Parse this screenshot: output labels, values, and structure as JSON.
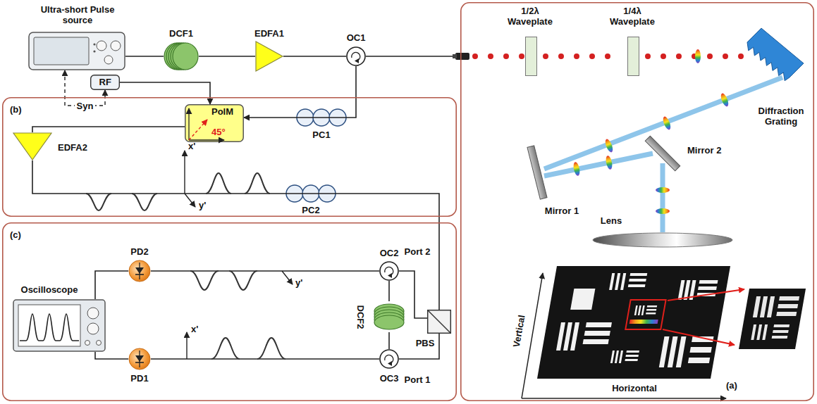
{
  "diagram": {
    "nodes": [
      {
        "text": [
          "Ultra-short Pulse source"
        ]
      },
      {
        "text": [
          "DCF1"
        ]
      },
      {
        "text": [
          "EDFA1"
        ]
      },
      {
        "text": [
          "OC1"
        ]
      },
      {
        "text": [
          "RF"
        ]
      },
      {
        "text": [
          "(b)"
        ]
      },
      {
        "text": [
          "PolM",
          "45°"
        ],
        "in": 5
      },
      {
        "text": [
          "PC1"
        ],
        "in": 5
      },
      {
        "text": [
          "EDFA2"
        ],
        "in": 5
      },
      {
        "text": [
          "PC2"
        ],
        "in": 5
      },
      {
        "text": [
          "(c)"
        ]
      },
      {
        "text": [
          "Oscilloscope"
        ],
        "in": 10
      },
      {
        "text": [
          "PD2"
        ],
        "in": 10
      },
      {
        "text": [
          "OC2"
        ],
        "in": 10
      },
      {
        "text": [
          "DCF2"
        ],
        "in": 10
      },
      {
        "text": [
          "PBS"
        ],
        "in": 10
      },
      {
        "text": [
          "PD1"
        ],
        "in": 10
      },
      {
        "text": [
          "OC3"
        ],
        "in": 10
      },
      {
        "text": [
          "(a)"
        ]
      },
      {
        "text": [
          "1/2λ Waveplate"
        ],
        "in": 18
      },
      {
        "text": [
          "1/4λ Waveplate"
        ],
        "in": 18
      },
      {
        "text": [
          "Diffraction Grating"
        ],
        "in": 18
      },
      {
        "text": [
          "Mirror 1"
        ],
        "in": 18
      },
      {
        "text": [
          "Mirror 2"
        ],
        "in": 18
      },
      {
        "text": [
          "Lens"
        ],
        "in": 18
      }
    ],
    "edges": [
      {
        "from": 0,
        "to": 1,
        "arrow": "none"
      },
      {
        "from": 1,
        "to": 2,
        "arrow": "none"
      },
      {
        "from": 2,
        "to": 3,
        "arrow": "none"
      },
      {
        "from": 3,
        "to": 19,
        "arrow": "none"
      },
      {
        "from": 19,
        "to": 20,
        "arrow": "none"
      },
      {
        "from": 20,
        "to": 21,
        "arrow": "none"
      },
      {
        "from": 21,
        "to": 22,
        "arrow": "none"
      },
      {
        "from": 22,
        "to": 23,
        "arrow": "none"
      },
      {
        "from": 23,
        "to": 24,
        "arrow": "none"
      },
      {
        "from": 3,
        "to": 7,
        "arrow": "none"
      },
      {
        "from": 7,
        "to": 6,
        "arrow": "to"
      },
      {
        "from": 4,
        "to": 6,
        "arrow": "to"
      },
      {
        "from": 0,
        "to": 4,
        "label": "Syn",
        "arrow": "both"
      },
      {
        "from": 6,
        "to": 8,
        "arrow": "none"
      },
      {
        "from": 8,
        "to": 9,
        "arrow": "none"
      },
      {
        "from": 9,
        "to": 15,
        "arrow": "none"
      },
      {
        "from": 15,
        "to": 13,
        "arrow": "none"
      },
      {
        "from": 15,
        "to": 17,
        "arrow": "none"
      },
      {
        "from": 13,
        "to": 14,
        "arrow": "none"
      },
      {
        "from": 14,
        "to": 17,
        "arrow": "none"
      },
      {
        "from": 13,
        "to": 12,
        "arrow": "none"
      },
      {
        "from": 17,
        "to": 16,
        "arrow": "none"
      },
      {
        "from": 12,
        "to": 11,
        "arrow": "none"
      },
      {
        "from": 16,
        "to": 11,
        "arrow": "none"
      }
    ],
    "labels": [
      "x'",
      "y'",
      "y'",
      "x'",
      "Port 2",
      "Port 1",
      "Vertical",
      "Horizontal"
    ]
  }
}
